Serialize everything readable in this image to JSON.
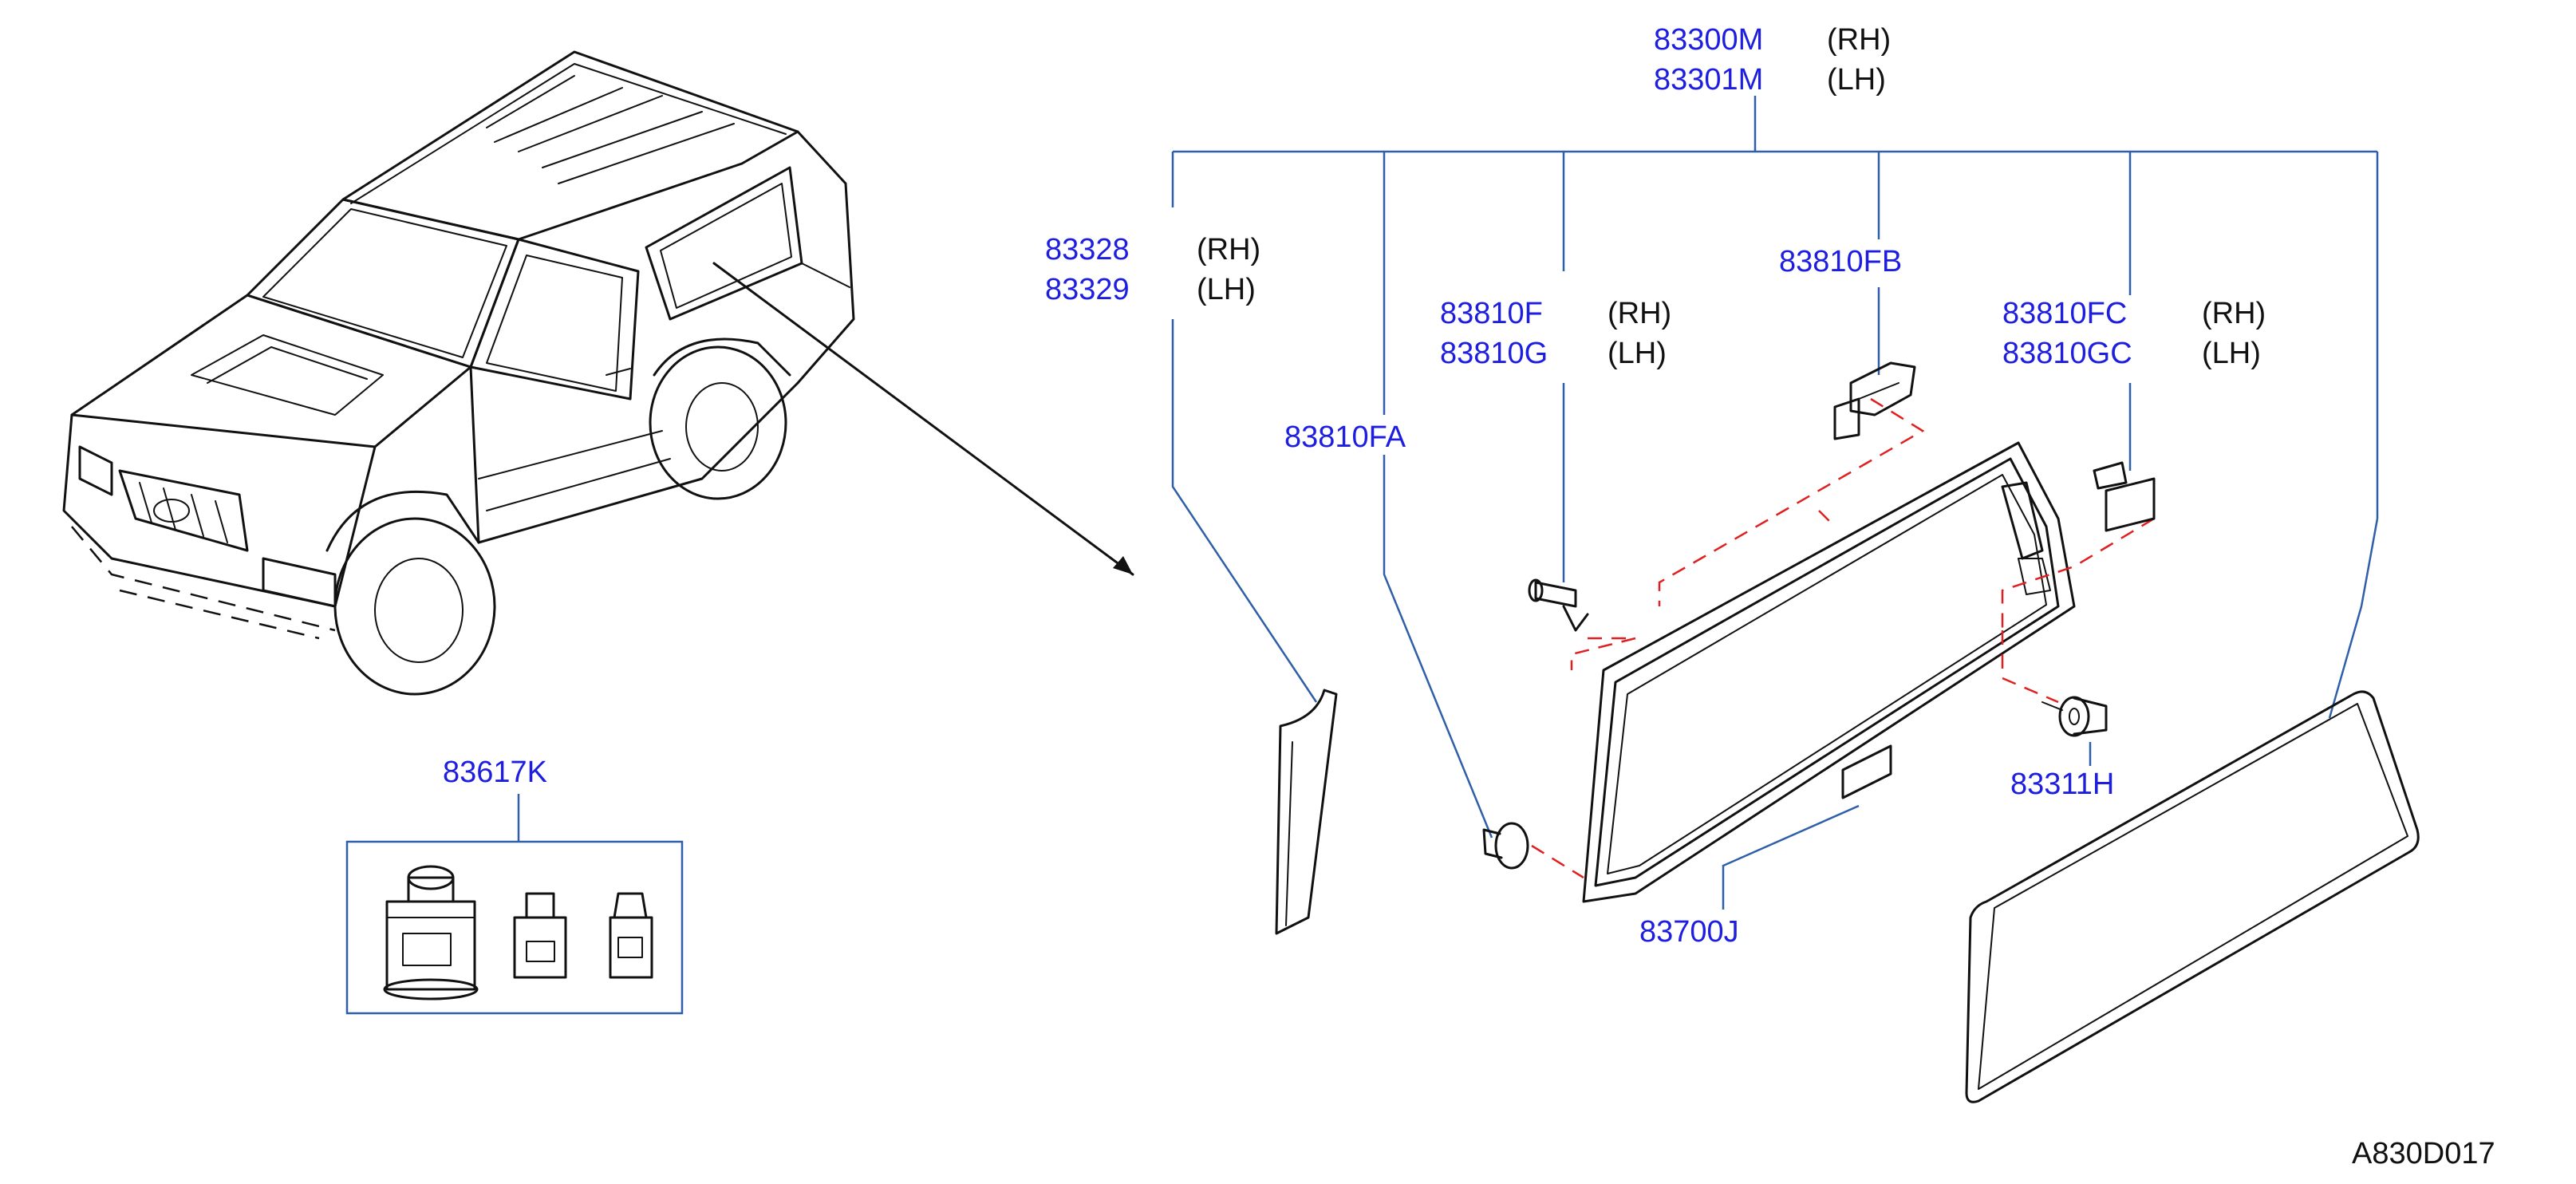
{
  "figure_code": "A830D017",
  "callouts": {
    "quarter_glass": {
      "part_rh": "83300M",
      "side_rh": "(RH)",
      "part_lh": "83301M",
      "side_lh": "(LH)"
    },
    "finisher": {
      "part_rh": "83328",
      "side_rh": "(RH)",
      "part_lh": "83329",
      "side_lh": "(LH)"
    },
    "clip_fa": {
      "part": "83810FA"
    },
    "fastener_f": {
      "part_rh": "83810F",
      "side_rh": "(RH)",
      "part_lh": "83810G",
      "side_lh": "(LH)"
    },
    "bracket_fb": {
      "part": "83810FB"
    },
    "fastener_fc": {
      "part_rh": "83810FC",
      "side_rh": "(RH)",
      "part_lh": "83810GC",
      "side_lh": "(LH)"
    },
    "clip_311h": {
      "part": "83311H"
    },
    "spacer_700j": {
      "part": "83700J"
    },
    "clip_kit": {
      "part": "83617K"
    }
  }
}
